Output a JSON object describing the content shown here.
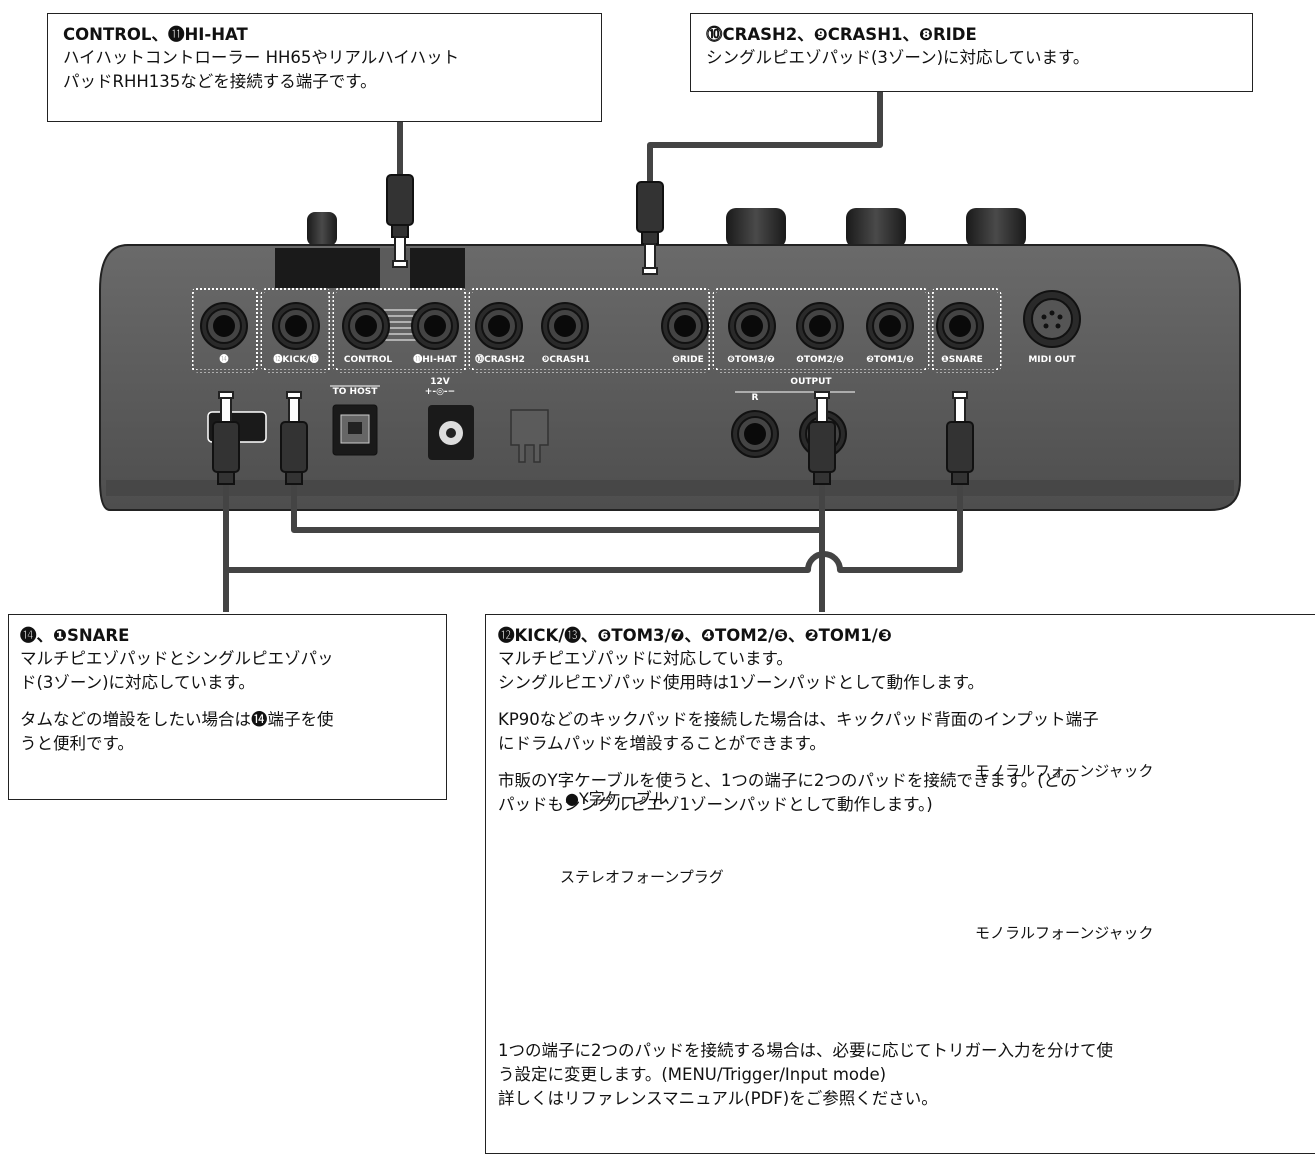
{
  "callouts": {
    "control": {
      "heading": "CONTROL、⓫HI-HAT",
      "lines": [
        "ハイハットコントローラー HH65やリアルハイハット",
        "パッドRHH135などを接続する端子です。"
      ]
    },
    "crash": {
      "heading": "⓾CRASH2、❾CRASH1、❽RIDE",
      "lines": [
        "シングルピエゾパッド(3ゾーン)に対応しています。"
      ]
    },
    "snare": {
      "heading": "⓮、❶SNARE",
      "lines": [
        "マルチピエゾパッドとシングルピエゾパッ",
        "ド(3ゾーン)に対応しています。"
      ],
      "lines2": [
        "タムなどの増設をしたい場合は⓮端子を使",
        "うと便利です。"
      ]
    },
    "kick": {
      "heading": "⓬KICK/⓭、❻TOM3/❼、❹TOM2/❺、❷TOM1/❸",
      "p1": [
        "マルチピエゾパッドに対応しています。",
        "シングルピエゾパッド使用時は1ゾーンパッドとして動作します。"
      ],
      "p2": [
        "KP90などのキックパッドを接続した場合は、キックパッド背面のインプット端子",
        "にドラムパッドを増設することができます。"
      ],
      "p3": [
        "市販のY字ケーブルを使うと、1つの端子に2つのパッドを接続できます。(どの",
        "パッドもシングルピエゾ1ゾーンパッドとして動作します。)"
      ],
      "p4": [
        "1つの端子に2つのパッドを接続する場合は、必要に応じてトリガー入力を分けて使",
        "う設定に変更します。(MENU/Trigger/Input mode)",
        "詳しくはリファレンスマニュアル(PDF)をご参照ください。"
      ],
      "ycable": {
        "title": "●Y字ケーブル",
        "plug": "ステレオフォーンプラグ",
        "jack_top": "モノラルフォーンジャック",
        "jack_bottom": "モノラルフォーンジャック"
      }
    }
  },
  "device": {
    "jacks": [
      "⓮",
      "⓬KICK/⓭",
      "CONTROL",
      "⓫HI-HAT",
      "⓾CRASH2",
      "❾CRASH1",
      "❽RIDE",
      "❻TOM3/❼",
      "❹TOM2/❺",
      "❷TOM1/❸",
      "❶SNARE"
    ],
    "midi": "MIDI OUT",
    "to_host": "TO HOST",
    "power": "12V",
    "power_sym": "+-◎-−",
    "output": "OUTPUT",
    "output_r": "R"
  },
  "colors": {
    "body": "#5b5b5b",
    "body_dark": "#3a3a3a",
    "cable": "#444444"
  }
}
